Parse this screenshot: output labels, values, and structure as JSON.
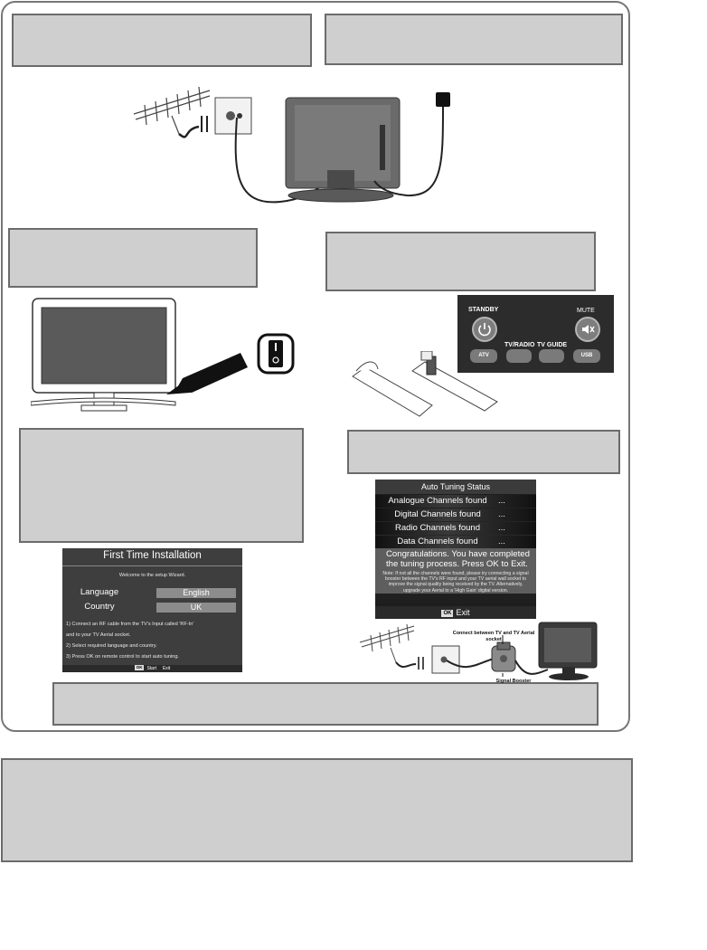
{
  "auto_tuning": {
    "title": "Auto Tuning Status",
    "rows": [
      {
        "label": "Analogue  Channels found",
        "value": "..."
      },
      {
        "label": "Digital Channels found",
        "value": "..."
      },
      {
        "label": "Radio Channels found",
        "value": "..."
      },
      {
        "label": "Data Channels found",
        "value": "..."
      }
    ],
    "congrats": "Congratulations. You have completed the tuning process. Press OK to Exit.",
    "note": "Note: If not all the channels were found, please try connecting a signal booster between the TV's RF input and your TV aerial wall socket to improve the signal quality being received by the TV. Alternatively, upgrade your Aerial to a 'High Gain' digital version.",
    "footer_key": "OK",
    "footer_label": "Exit"
  },
  "first_time_installation": {
    "title": "First Time Installation",
    "welcome": "Welcome to the setup Wizard.",
    "language_label": "Language",
    "language_value": "English",
    "country_label": "Country",
    "country_value": "UK",
    "instructions": [
      "1) Connect an RF cable from the TV's Input called 'RF-In'",
      "and to your TV Aerial socket.",
      "2) Select required language and country.",
      "3) Press OK on remote control to start auto tuning."
    ],
    "footer_key": "OK",
    "footer_start": "Start",
    "footer_exit": "Exit"
  },
  "remote": {
    "standby": "STANDBY",
    "mute": "MUTE",
    "atv": "ATV",
    "tv_radio": "TV/RADIO",
    "tv_guide": "TV GUIDE",
    "usb": "USB"
  },
  "booster_diagram": {
    "connect_label": "Connect between TV and TV Aerial socket",
    "booster_label": "Signal Booster"
  }
}
